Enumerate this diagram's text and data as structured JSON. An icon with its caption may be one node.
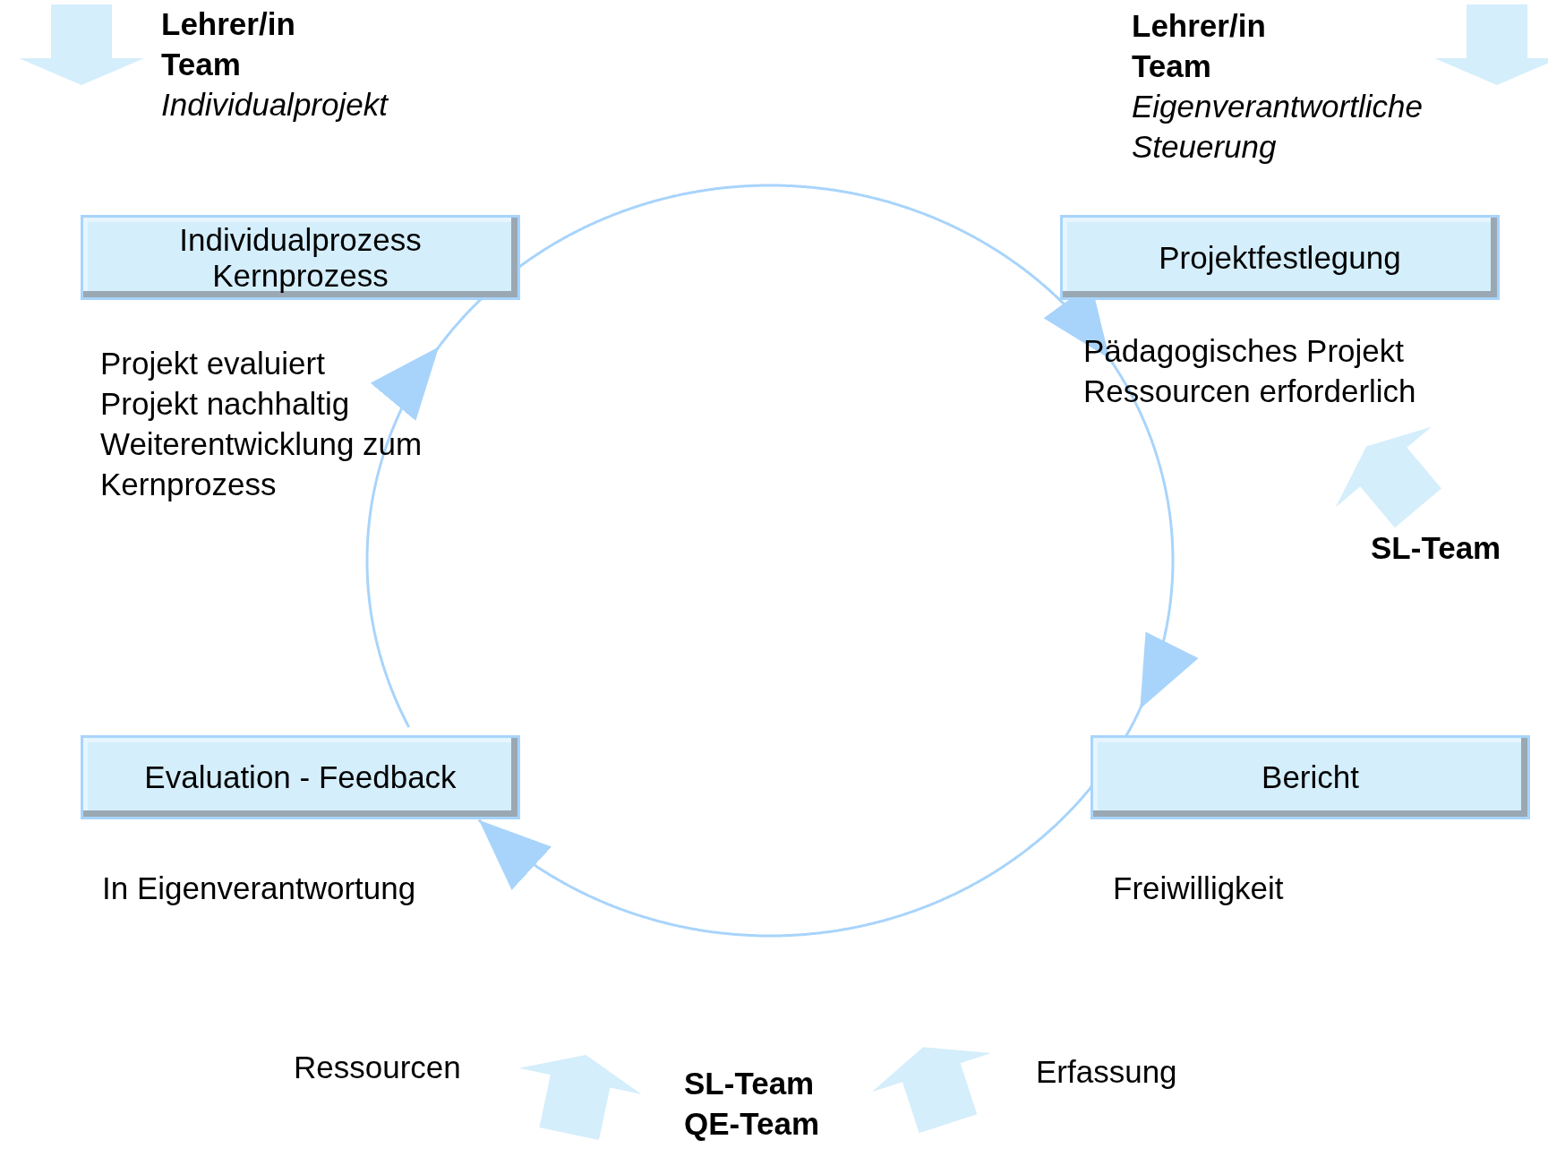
{
  "diagram": {
    "nodes": [
      {
        "text": [
          "Individualprozess",
          "Kernprozess"
        ]
      },
      {
        "text": [
          "Projektfestlegung"
        ]
      },
      {
        "text": [
          "Bericht"
        ]
      },
      {
        "text": [
          "Evaluation - Feedback"
        ]
      }
    ],
    "edges": [
      {
        "from": 0,
        "to": 1,
        "arrow": "to"
      },
      {
        "from": 1,
        "to": 2,
        "arrow": "to"
      },
      {
        "from": 2,
        "to": 3,
        "arrow": "to"
      },
      {
        "from": 3,
        "to": 0,
        "arrow": "to"
      }
    ],
    "labels": [
      "Lehrer/in",
      "Team",
      "Individualprojekt",
      "Lehrer/in",
      "Team",
      "Eigenverantwortliche Steuerung",
      "Projekt evaluiert",
      "Projekt nachhaltig",
      "Weiterentwicklung zum Kernprozess",
      "Pädagogisches Projekt",
      "Ressourcen erforderlich",
      "SL-Team",
      "In Eigenverantwortung",
      "Freiwilligkeit",
      "Ressourcen",
      "SL-Team",
      "QE-Team",
      "Erfassung"
    ]
  }
}
